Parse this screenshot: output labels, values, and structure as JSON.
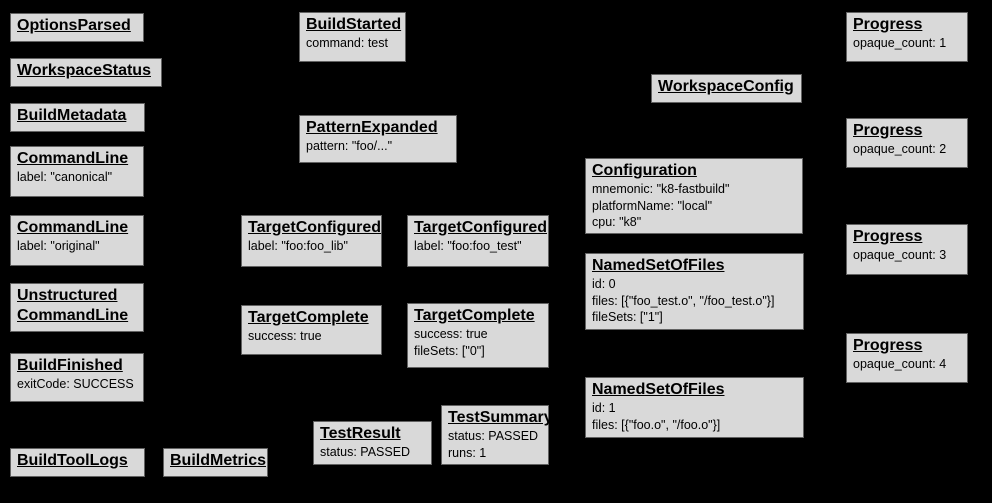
{
  "diagram": {
    "background_color": "#000000",
    "node_fill_color": "#d9d9d9",
    "node_border_color": "#626262",
    "node_text_color": "#000000"
  },
  "nodes": [
    {
      "title": "OptionsParsed",
      "lines": []
    },
    {
      "title": "WorkspaceStatus",
      "lines": []
    },
    {
      "title": "BuildMetadata",
      "lines": []
    },
    {
      "title": "CommandLine",
      "lines": [
        "label: \"canonical\""
      ]
    },
    {
      "title": "CommandLine",
      "lines": [
        "label: \"original\""
      ]
    },
    {
      "title": "Unstructured CommandLine",
      "lines": []
    },
    {
      "title": "BuildFinished",
      "lines": [
        "exitCode: SUCCESS"
      ]
    },
    {
      "title": "BuildToolLogs",
      "lines": []
    },
    {
      "title": "BuildMetrics",
      "lines": []
    },
    {
      "title": "BuildStarted",
      "lines": [
        "command: test"
      ]
    },
    {
      "title": "PatternExpanded",
      "lines": [
        "pattern: \"foo/...\""
      ]
    },
    {
      "title": "TargetConfigured",
      "lines": [
        "label: \"foo:foo_lib\""
      ]
    },
    {
      "title": "TargetConfigured",
      "lines": [
        "label: \"foo:foo_test\""
      ]
    },
    {
      "title": "TargetComplete",
      "lines": [
        "success: true"
      ]
    },
    {
      "title": "TargetComplete",
      "lines": [
        "success: true",
        "fileSets: [\"0\"]"
      ]
    },
    {
      "title": "TestResult",
      "lines": [
        "status: PASSED"
      ]
    },
    {
      "title": "TestSummary",
      "lines": [
        "status: PASSED",
        "runs: 1"
      ]
    },
    {
      "title": "WorkspaceConfig",
      "lines": []
    },
    {
      "title": "Configuration",
      "lines": [
        "mnemonic: \"k8-fastbuild\"",
        "platformName: \"local\"",
        "cpu: \"k8\""
      ]
    },
    {
      "title": "NamedSetOfFiles",
      "lines": [
        "id: 0",
        "files: [{\"foo_test.o\", \"/foo_test.o\"}]",
        "fileSets: [\"1\"]"
      ]
    },
    {
      "title": "NamedSetOfFiles",
      "lines": [
        "id: 1",
        "files: [{\"foo.o\", \"/foo.o\"}]"
      ]
    },
    {
      "title": "Progress",
      "lines": [
        "opaque_count: 1"
      ]
    },
    {
      "title": "Progress",
      "lines": [
        "opaque_count: 2"
      ]
    },
    {
      "title": "Progress",
      "lines": [
        "opaque_count: 3"
      ]
    },
    {
      "title": "Progress",
      "lines": [
        "opaque_count: 4"
      ]
    }
  ]
}
